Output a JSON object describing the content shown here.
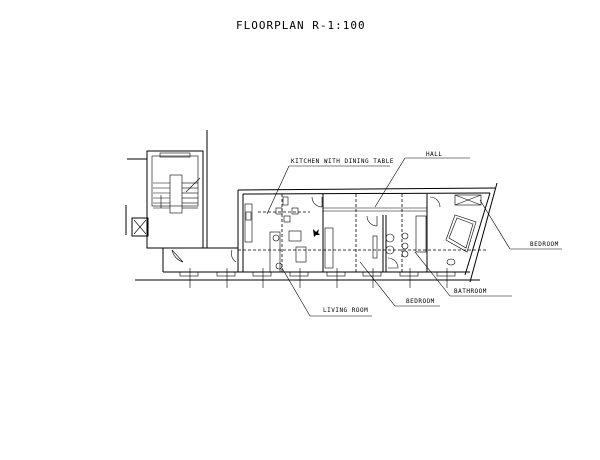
{
  "title": "FLOORPLAN R-1:100",
  "labels": {
    "kitchen": "KITCHEN WITH DINING TABLE",
    "hall": "HALL",
    "bedroom_right": "BEDROOM",
    "bathroom": "BATHROOM",
    "bedroom_lower": "BEDROOM",
    "living_room": "LIVING ROOM"
  }
}
